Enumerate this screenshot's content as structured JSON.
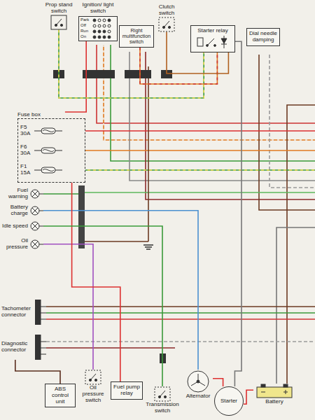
{
  "diagram": {
    "nodes": [
      {
        "text": [
          "Prop stand switch"
        ]
      },
      {
        "text": [
          "Ignition/ light switch",
          "Park",
          "Off",
          "Run",
          "On"
        ]
      },
      {
        "text": [
          "Right multifunction switch"
        ]
      },
      {
        "text": [
          "Clutch switch"
        ]
      },
      {
        "text": [
          "Starter relay"
        ]
      },
      {
        "text": [
          "Dial needle damping"
        ]
      },
      {
        "text": [
          "Fuse box",
          "F5 30A",
          "F6 30A",
          "F1 15A"
        ]
      },
      {
        "text": [
          "Fuel warning"
        ]
      },
      {
        "text": [
          "Battery charge"
        ]
      },
      {
        "text": [
          "Idle speed"
        ]
      },
      {
        "text": [
          "Oil pressure"
        ]
      },
      {
        "text": [
          "Tachometer connector"
        ]
      },
      {
        "text": [
          "Diagnostic connector"
        ]
      },
      {
        "text": [
          "ABS control unit"
        ]
      },
      {
        "text": [
          "Oil pressure switch"
        ]
      },
      {
        "text": [
          "Fuel pump relay"
        ]
      },
      {
        "text": [
          "Transmission switch"
        ]
      },
      {
        "text": [
          "Alternator"
        ]
      },
      {
        "text": [
          "Starter"
        ]
      },
      {
        "text": [
          "Battery"
        ]
      }
    ],
    "edges": [
      {
        "from": 6,
        "to": 1,
        "arrow": "none"
      },
      {
        "from": 0,
        "to": 4,
        "arrow": "none"
      },
      {
        "from": 2,
        "to": 4,
        "arrow": "none"
      },
      {
        "from": 3,
        "to": 4,
        "arrow": "none"
      },
      {
        "from": 4,
        "to": 18,
        "arrow": "none"
      },
      {
        "from": 19,
        "to": 18,
        "arrow": "none"
      },
      {
        "from": 17,
        "to": 18,
        "arrow": "none"
      },
      {
        "from": 8,
        "to": 17,
        "arrow": "none"
      },
      {
        "from": 10,
        "to": 14,
        "arrow": "none"
      },
      {
        "from": 12,
        "to": 13,
        "arrow": "none"
      },
      {
        "from": 6,
        "to": 15,
        "arrow": "none"
      },
      {
        "from": 16,
        "to": 9,
        "arrow": "none"
      }
    ]
  }
}
